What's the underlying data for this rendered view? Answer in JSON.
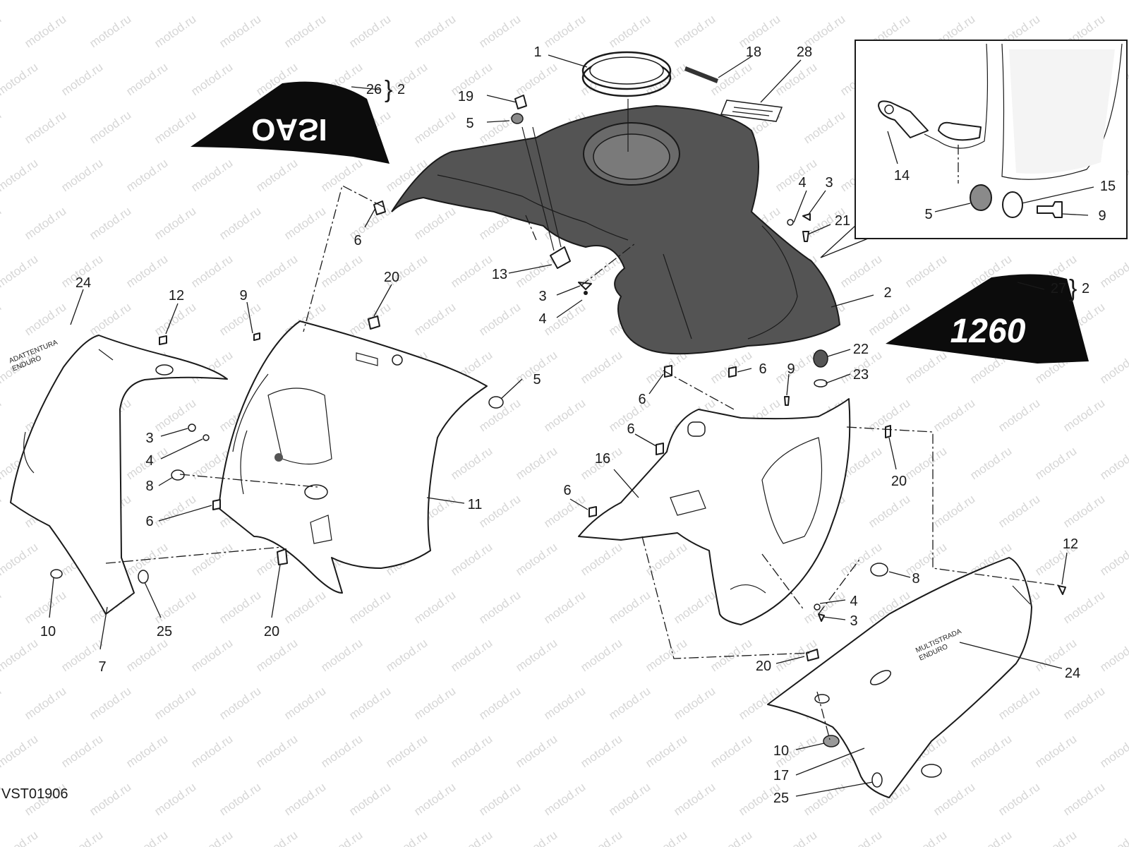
{
  "watermark": "motod.ru",
  "drawing_code": "VST01906",
  "decals": {
    "left_text": "OASI",
    "right_text": "1260",
    "side_text_top": "MULTISTRADA",
    "side_text_bottom": "ENDURO"
  },
  "brace_quantity": "2",
  "callouts": [
    {
      "id": "c1",
      "text": "1"
    },
    {
      "id": "c18",
      "text": "18"
    },
    {
      "id": "c28",
      "text": "28"
    },
    {
      "id": "c26",
      "text": "26"
    },
    {
      "id": "c19",
      "text": "19"
    },
    {
      "id": "c5a",
      "text": "5"
    },
    {
      "id": "c6a",
      "text": "6"
    },
    {
      "id": "c13",
      "text": "13"
    },
    {
      "id": "c3a",
      "text": "3"
    },
    {
      "id": "c4a",
      "text": "4"
    },
    {
      "id": "c4b",
      "text": "4"
    },
    {
      "id": "c3b",
      "text": "3"
    },
    {
      "id": "c21",
      "text": "21"
    },
    {
      "id": "c2",
      "text": "2"
    },
    {
      "id": "c14",
      "text": "14"
    },
    {
      "id": "c15",
      "text": "15"
    },
    {
      "id": "c5b",
      "text": "5"
    },
    {
      "id": "c9a",
      "text": "9"
    },
    {
      "id": "c27",
      "text": "27"
    },
    {
      "id": "c24a",
      "text": "24"
    },
    {
      "id": "c12a",
      "text": "12"
    },
    {
      "id": "c9b",
      "text": "9"
    },
    {
      "id": "c20a",
      "text": "20"
    },
    {
      "id": "c5c",
      "text": "5"
    },
    {
      "id": "c3c",
      "text": "3"
    },
    {
      "id": "c4c",
      "text": "4"
    },
    {
      "id": "c8a",
      "text": "8"
    },
    {
      "id": "c6b",
      "text": "6"
    },
    {
      "id": "c11",
      "text": "11"
    },
    {
      "id": "c10a",
      "text": "10"
    },
    {
      "id": "c25a",
      "text": "25"
    },
    {
      "id": "c20b",
      "text": "20"
    },
    {
      "id": "c7",
      "text": "7"
    },
    {
      "id": "c22",
      "text": "22"
    },
    {
      "id": "c23",
      "text": "23"
    },
    {
      "id": "c6c",
      "text": "6"
    },
    {
      "id": "c9c",
      "text": "9"
    },
    {
      "id": "c6d",
      "text": "6"
    },
    {
      "id": "c6e",
      "text": "6"
    },
    {
      "id": "c16",
      "text": "16"
    },
    {
      "id": "c6f",
      "text": "6"
    },
    {
      "id": "c20c",
      "text": "20"
    },
    {
      "id": "c12b",
      "text": "12"
    },
    {
      "id": "c8b",
      "text": "8"
    },
    {
      "id": "c4d",
      "text": "4"
    },
    {
      "id": "c3d",
      "text": "3"
    },
    {
      "id": "c24b",
      "text": "24"
    },
    {
      "id": "c20d",
      "text": "20"
    },
    {
      "id": "c10b",
      "text": "10"
    },
    {
      "id": "c17",
      "text": "17"
    },
    {
      "id": "c25b",
      "text": "25"
    }
  ]
}
